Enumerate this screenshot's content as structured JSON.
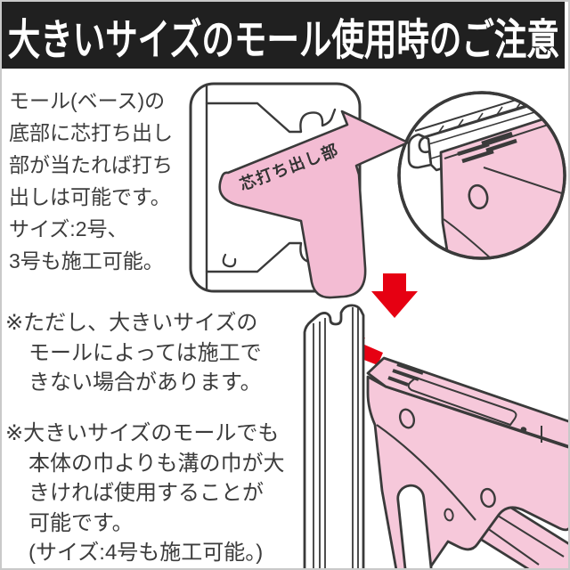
{
  "header": {
    "title": "大きいサイズのモール使用時のご注意"
  },
  "intro": {
    "lines": [
      "モール(ベース)の",
      "底部に芯打ち出し",
      "部が当たれば打ち",
      "出しは可能です。",
      "サイズ:2号、",
      "3号も施工可能。"
    ]
  },
  "diagram": {
    "callout_label": "芯打ち出し部"
  },
  "notes": {
    "note1": {
      "lines": [
        "※ただし、大きいサイズの",
        "モールによっては施工で",
        "きない場合があります。"
      ]
    },
    "note2": {
      "lines": [
        "※大きいサイズのモールでも",
        "本体の巾よりも溝の巾が大",
        "きければ使用することが",
        "可能です。",
        "(サイズ:4号も施工可能。)"
      ]
    }
  },
  "colors": {
    "banner_bg": "#202020",
    "banner_text": "#ffffff",
    "body_text": "#3c3c3c",
    "outline": "#3a3a3a",
    "pink_tool": "#f6c8da",
    "pink_callout": "#f3bcd3",
    "red_arrow": "#e60012",
    "frame_border": "#c9c9c9"
  }
}
